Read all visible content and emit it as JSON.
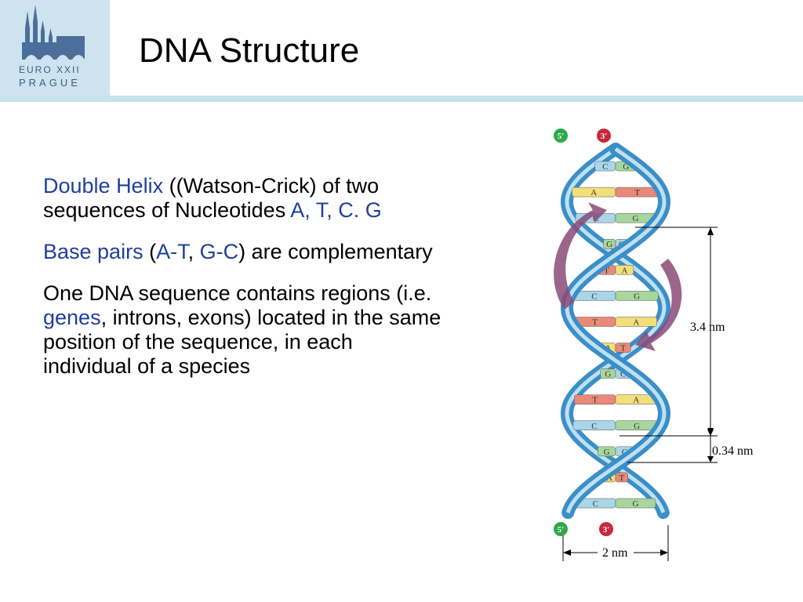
{
  "logo": {
    "line1": "EURO XXII",
    "line2": "PRAGUE"
  },
  "slide": {
    "title": "DNA Structure"
  },
  "content": {
    "p1": {
      "blue1": "Double Helix",
      "text1": " ((Watson-Crick) of two sequences of Nucleotides ",
      "blue2": "A, T, C. G"
    },
    "p2": {
      "blue1": "Base pairs",
      "text1": " (",
      "blue2": "A-T",
      "text2": ", ",
      "blue3": "G-C",
      "text3": ")  are complementary"
    },
    "p3": {
      "text1": "One DNA sequence contains regions (i.e. ",
      "blue1": "genes",
      "text2": ", introns, exons) located in the same position of the sequence, in each individual of a species"
    }
  },
  "diagram": {
    "end_top_left": "5′",
    "end_top_right": "3′",
    "end_bottom_left": "5′",
    "end_bottom_right": "3′",
    "pitch_label": "3.4 nm",
    "rise_label": "0.34 nm",
    "width_label": "2 nm",
    "base_pairs": [
      {
        "left": "C",
        "right": "G"
      },
      {
        "left": "A",
        "right": "T"
      },
      {
        "left": "C",
        "right": "G"
      },
      {
        "left": "G",
        "right": "C"
      },
      {
        "left": "T",
        "right": "A"
      },
      {
        "left": "C",
        "right": "G"
      },
      {
        "left": "T",
        "right": "A"
      },
      {
        "left": "A",
        "right": "T"
      },
      {
        "left": "G",
        "right": "C"
      },
      {
        "left": "T",
        "right": "A"
      },
      {
        "left": "C",
        "right": "G"
      },
      {
        "left": "G",
        "right": "C"
      },
      {
        "left": "A",
        "right": "T"
      },
      {
        "left": "C",
        "right": "G"
      }
    ],
    "colors": {
      "backbone": "#3b8fc8",
      "backbone_light": "#bfe0f2",
      "A": "#f2df7a",
      "T": "#e8897a",
      "C": "#a9d6e8",
      "G": "#a8d69c",
      "arrow": "#8a4a78",
      "end5": "#2fa84a",
      "end3": "#c8283c"
    }
  }
}
